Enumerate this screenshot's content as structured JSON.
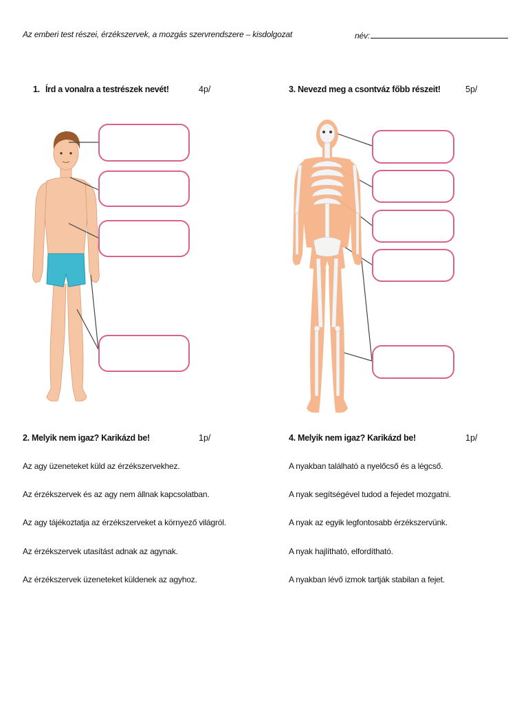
{
  "header": {
    "title": "Az emberi test részei, érzékszervek, a mozgás szervrendszere – kisdolgozat",
    "name_label": "név:"
  },
  "q1": {
    "number": "1.",
    "title": "Írd a vonalra a testrészek nevét!",
    "points": "4p/"
  },
  "q2": {
    "title": "2. Melyik nem igaz? Karikázd be!",
    "points": "1p/",
    "statements": [
      "Az agy üzeneteket küld az érzékszervekhez.",
      "Az érzékszervek és az agy nem állnak kapcsolatban.",
      "Az agy tájékoztatja az érzékszerveket a környező világról.",
      "Az érzékszervek utasítást adnak az agynak.",
      "Az érzékszervek üzeneteket küldenek az agyhoz."
    ]
  },
  "q3": {
    "title": "3. Nevezd meg a csontváz főbb részeit!",
    "points": "5p/"
  },
  "q4": {
    "title": "4. Melyik nem igaz? Karikázd be!",
    "points": "1p/",
    "statements": [
      "A nyakban található a nyelőcső és a légcső.",
      "A nyak segítségével tudod a fejedet mozgatni.",
      "A nyak az egyik legfontosabb érzékszervünk.",
      "A nyak hajlítható, elfordítható.",
      "A nyakban lévő izmok tartják stabilan a fejet."
    ]
  },
  "colors": {
    "box_border": "#d9628a",
    "skin": "#f6c6a4",
    "hair": "#9a5a2c",
    "swim_trunks": "#3fb9cf",
    "bone_body": "#f7b489",
    "bone": "#f4f4f4"
  },
  "icons": {
    "boy_figure": "boy-body-illustration",
    "skeleton_figure": "skeleton-illustration"
  }
}
